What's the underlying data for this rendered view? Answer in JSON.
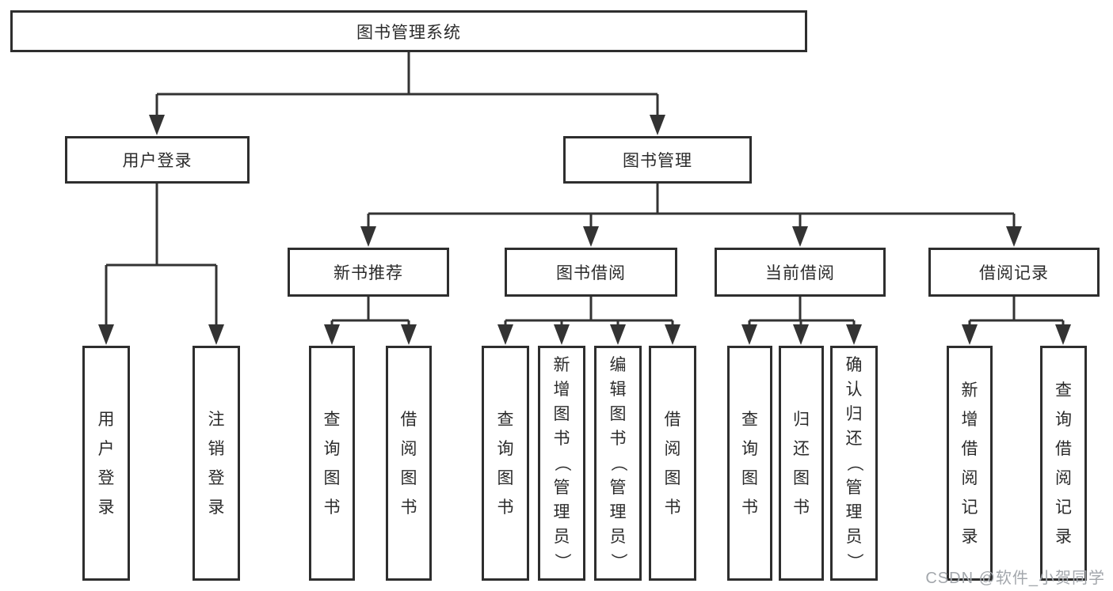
{
  "diagram": {
    "root": {
      "label": "图书管理系统"
    },
    "level2": [
      {
        "label": "用户登录"
      },
      {
        "label": "图书管理"
      }
    ],
    "level3": [
      {
        "label": "新书推荐",
        "parent": "图书管理"
      },
      {
        "label": "图书借阅",
        "parent": "图书管理"
      },
      {
        "label": "当前借阅",
        "parent": "图书管理"
      },
      {
        "label": "借阅记录",
        "parent": "图书管理"
      }
    ],
    "leaves": [
      {
        "label": "用户登录",
        "parent": "用户登录"
      },
      {
        "label": "注销登录",
        "parent": "用户登录"
      },
      {
        "label": "查询图书",
        "parent": "新书推荐"
      },
      {
        "label": "借阅图书",
        "parent": "新书推荐"
      },
      {
        "label": "查询图书",
        "parent": "图书借阅"
      },
      {
        "label": "新增图书（管理员）",
        "parent": "图书借阅"
      },
      {
        "label": "编辑图书（管理员）",
        "parent": "图书借阅"
      },
      {
        "label": "借阅图书",
        "parent": "图书借阅"
      },
      {
        "label": "查询图书",
        "parent": "当前借阅"
      },
      {
        "label": "归还图书",
        "parent": "当前借阅"
      },
      {
        "label": "确认归还（管理员）",
        "parent": "当前借阅"
      },
      {
        "label": "新增借阅记录",
        "parent": "借阅记录"
      },
      {
        "label": "查询借阅记录",
        "parent": "借阅记录"
      }
    ],
    "watermark": "CSDN @软件_小贺同学",
    "colors": {
      "line": "#333333",
      "box_border": "#2e2e2e",
      "text": "#2b2b2b",
      "watermark": "#a3a7ac",
      "background": "#ffffff"
    }
  }
}
